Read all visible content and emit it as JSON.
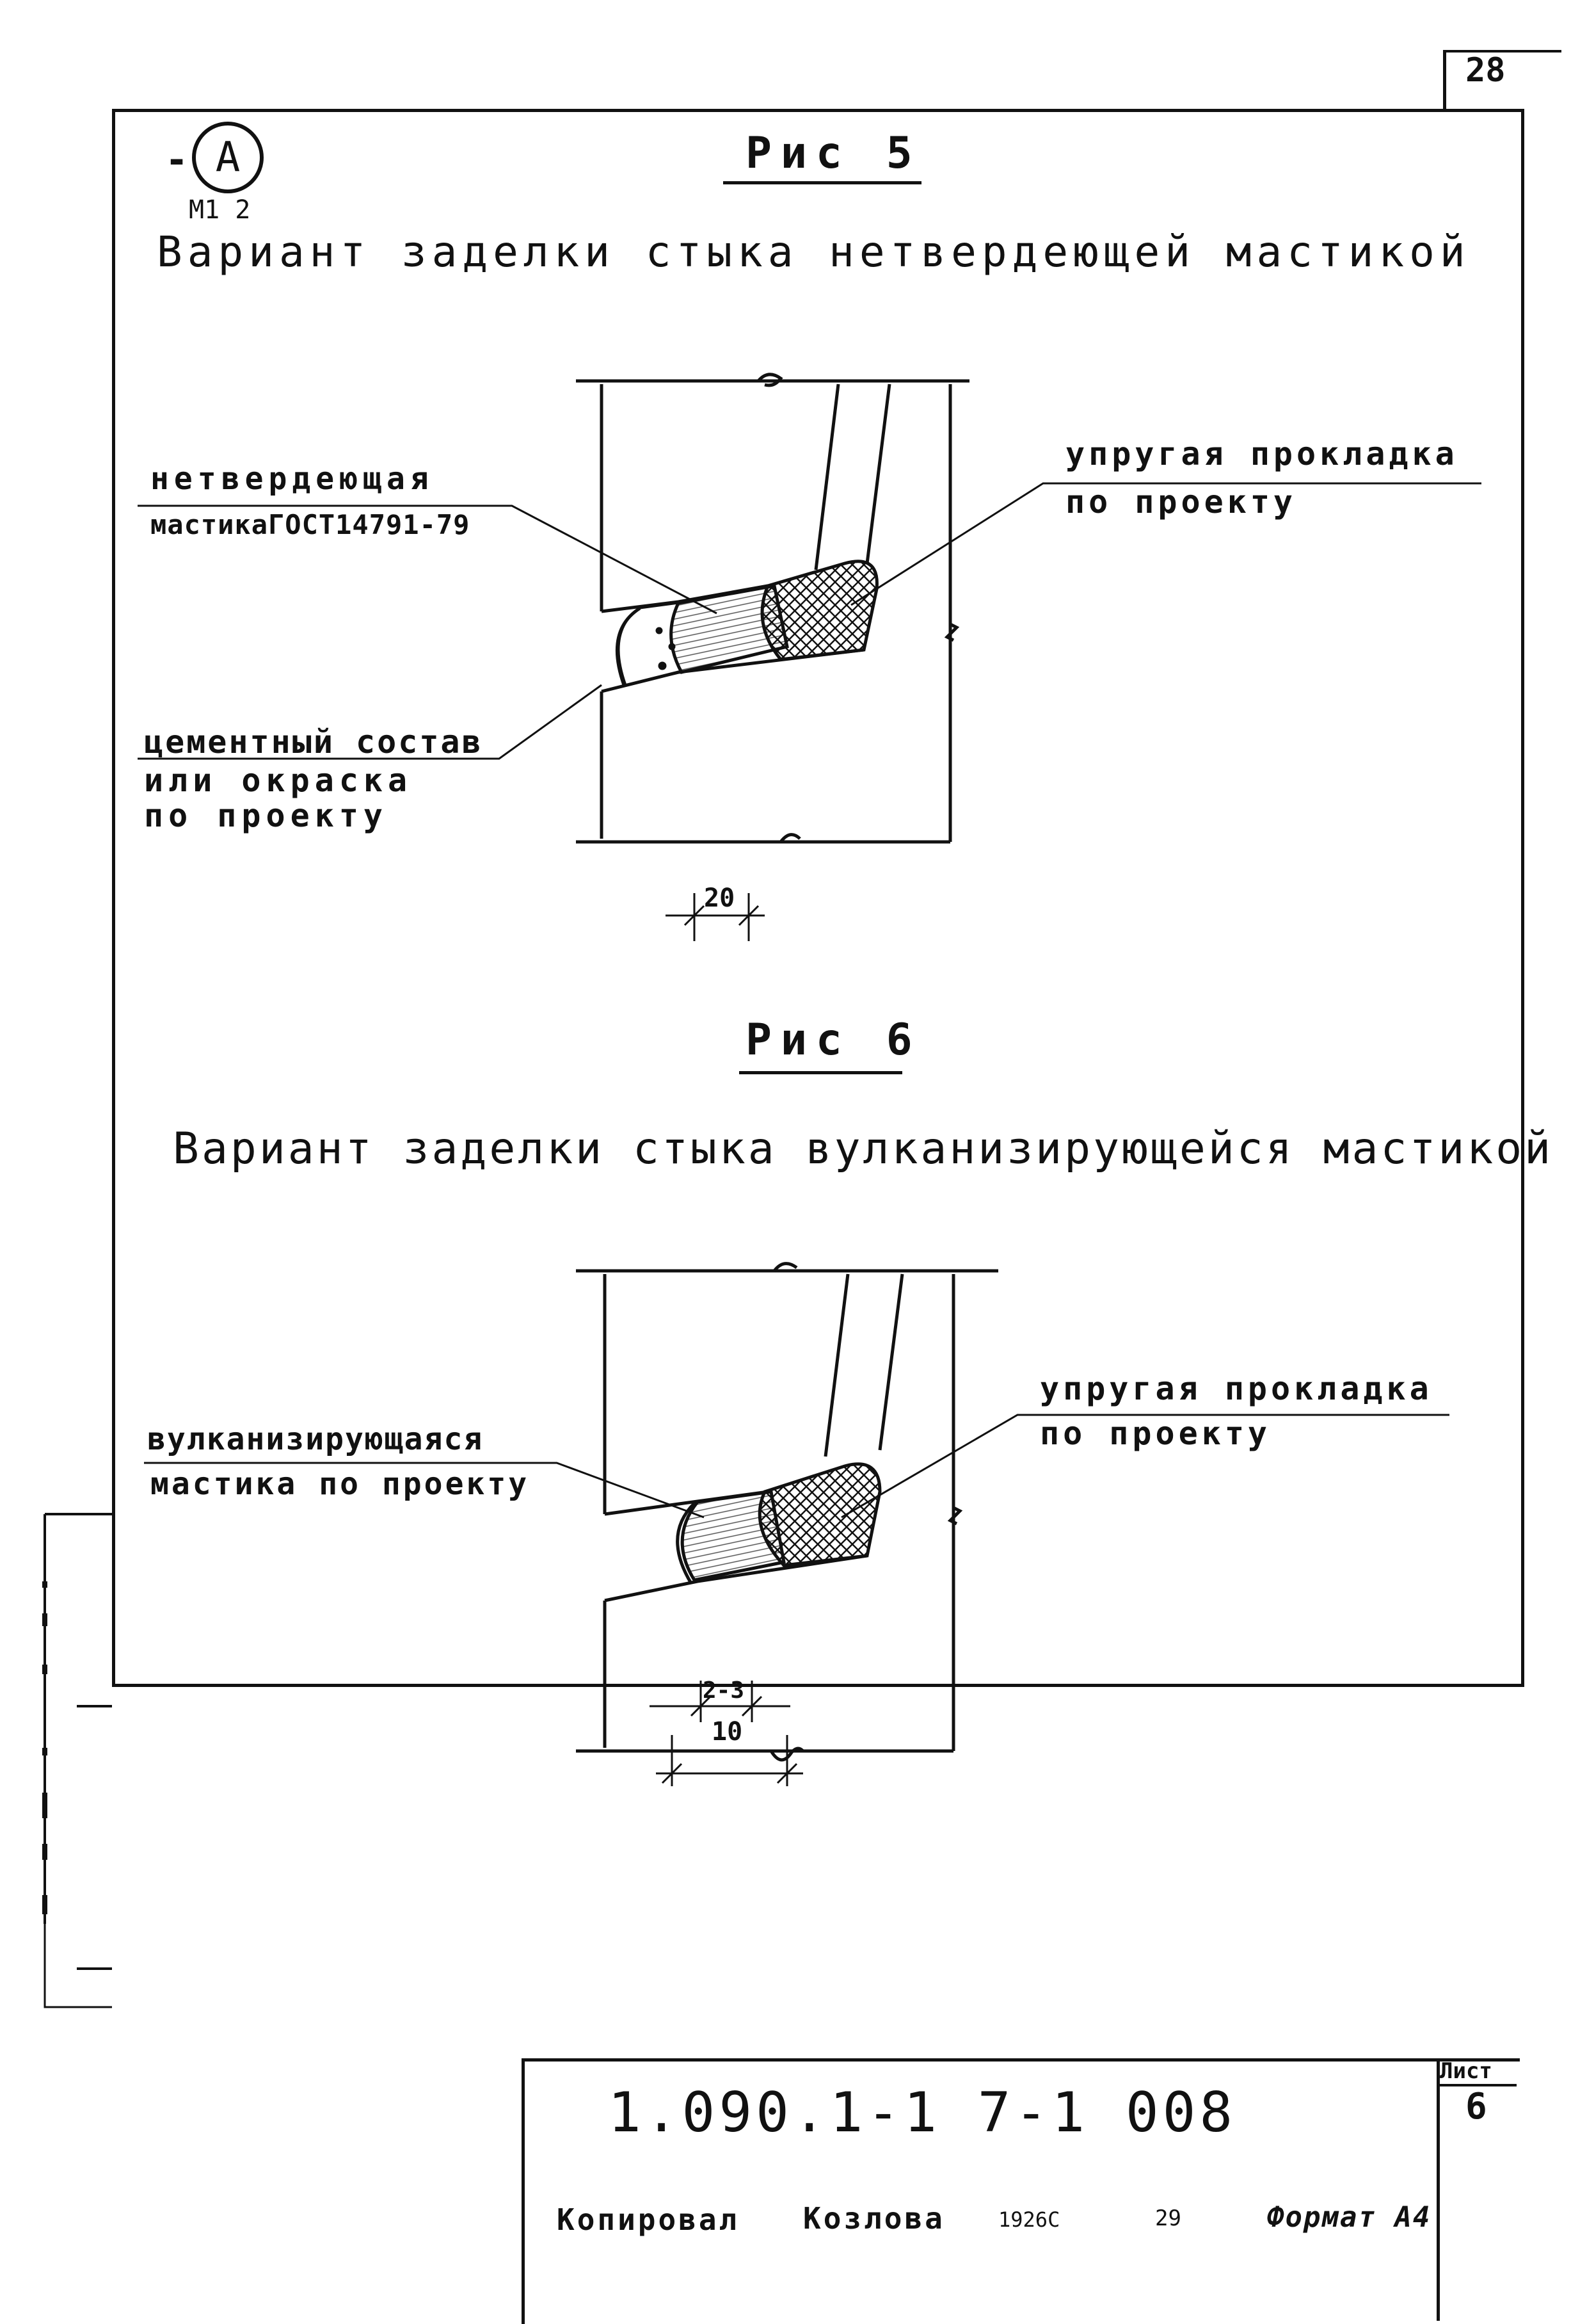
{
  "sheet_number_corner": "28",
  "marker": {
    "dash": "-",
    "letter": "A",
    "ref": "М1 2"
  },
  "fig5": {
    "title": "Рис 5",
    "caption": "Вариант заделки стыка нетвердеющей мастикой",
    "label_mastic_1": "нетвердеющая",
    "label_mastic_2": "мастикаГОСТ14791-79",
    "label_gasket_1": "упругая прокладка",
    "label_gasket_2": "по проекту",
    "label_cement_1": "цементный состав",
    "label_cement_2": "или окраска",
    "label_cement_3": "по проекту",
    "dimension": "20"
  },
  "fig6": {
    "title": "Рис 6",
    "caption": "Вариант заделки стыка вулканизирующейся мастикой",
    "label_mastic_1": "вулканизирующаяся",
    "label_mastic_2": "мастика по проекту",
    "label_gasket_1": "упругая прокладка",
    "label_gasket_2": "по проекту",
    "dimension_inner": "2-3",
    "dimension_outer": "10"
  },
  "title_block": {
    "designation": "1.090.1-1   7-1   008",
    "sheet_label": "Лист",
    "sheet_number": "6"
  },
  "footer": {
    "copied_label": "Копировал",
    "copier": "Козлова",
    "order_number": "1926С",
    "page_number": "29",
    "format_label": "Формат А4"
  }
}
